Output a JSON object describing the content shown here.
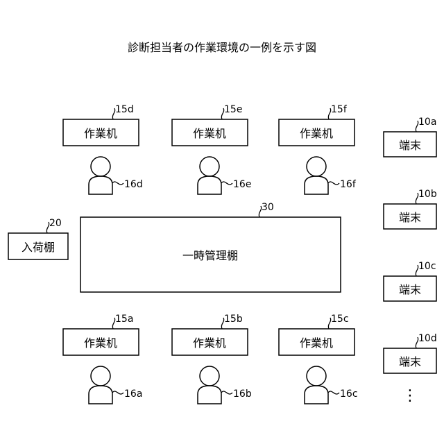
{
  "title": "診断担当者の作業環境の一例を示す図",
  "workbenches": [
    {
      "label": "作業机",
      "ref": "15d"
    },
    {
      "label": "作業机",
      "ref": "15e"
    },
    {
      "label": "作業机",
      "ref": "15f"
    },
    {
      "label": "作業机",
      "ref": "15a"
    },
    {
      "label": "作業机",
      "ref": "15b"
    },
    {
      "label": "作業机",
      "ref": "15c"
    }
  ],
  "persons": [
    {
      "ref": "16d"
    },
    {
      "ref": "16e"
    },
    {
      "ref": "16f"
    },
    {
      "ref": "16a"
    },
    {
      "ref": "16b"
    },
    {
      "ref": "16c"
    }
  ],
  "terminals": [
    {
      "label": "端末",
      "ref": "10a"
    },
    {
      "label": "端末",
      "ref": "10b"
    },
    {
      "label": "端末",
      "ref": "10c"
    },
    {
      "label": "端末",
      "ref": "10d"
    }
  ],
  "receiving_shelf": {
    "label": "入荷棚",
    "ref": "20"
  },
  "temp_shelf": {
    "label": "一時管理棚",
    "ref": "30"
  },
  "ellipsis": "⋮"
}
